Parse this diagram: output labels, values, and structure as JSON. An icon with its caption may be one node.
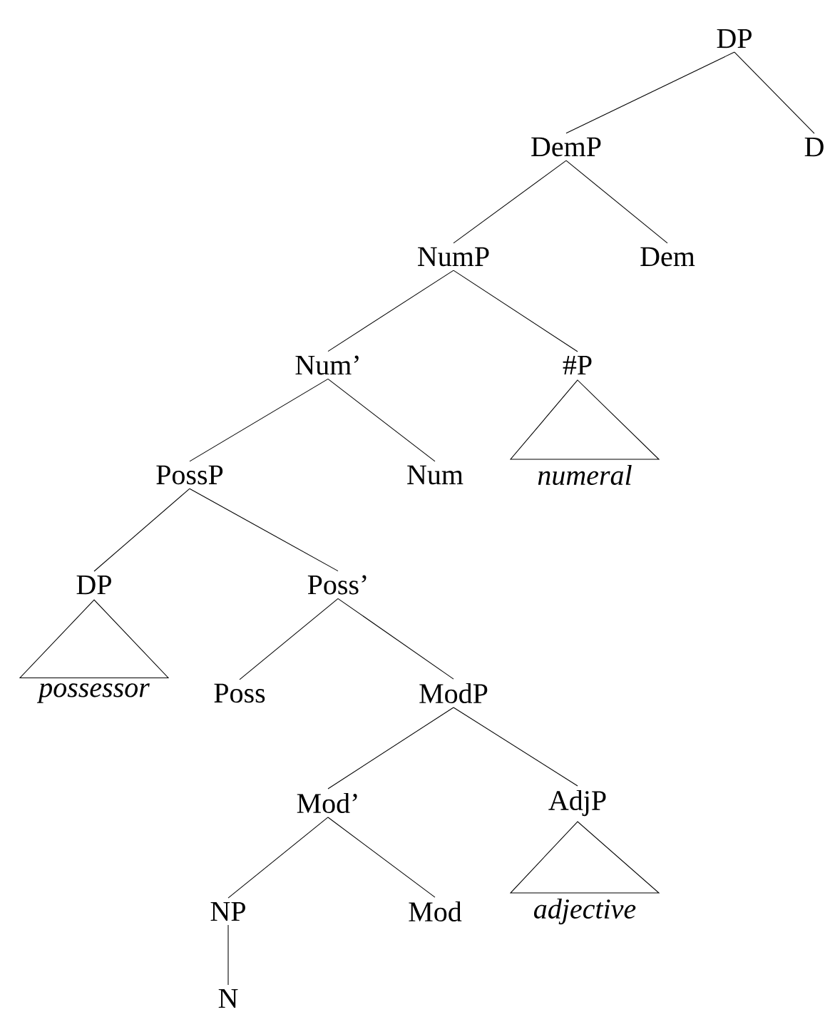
{
  "diagram": {
    "nodes": [
      {
        "text": [
          "DP"
        ]
      },
      {
        "text": [
          "DemP"
        ]
      },
      {
        "text": [
          "D"
        ]
      },
      {
        "text": [
          "NumP"
        ]
      },
      {
        "text": [
          "Dem"
        ]
      },
      {
        "text": [
          "Num’"
        ]
      },
      {
        "text": [
          "#P"
        ]
      },
      {
        "text": [
          "numeral"
        ]
      },
      {
        "text": [
          "PossP"
        ]
      },
      {
        "text": [
          "Num"
        ]
      },
      {
        "text": [
          "DP"
        ]
      },
      {
        "text": [
          "Poss’"
        ]
      },
      {
        "text": [
          "possessor"
        ]
      },
      {
        "text": [
          "Poss"
        ]
      },
      {
        "text": [
          "ModP"
        ]
      },
      {
        "text": [
          "Mod’"
        ]
      },
      {
        "text": [
          "AdjP"
        ]
      },
      {
        "text": [
          "NP"
        ]
      },
      {
        "text": [
          "Mod"
        ]
      },
      {
        "text": [
          "adjective"
        ]
      },
      {
        "text": [
          "N"
        ]
      }
    ],
    "edges": [
      {
        "from": 0,
        "to": 1,
        "arrow": "none"
      },
      {
        "from": 0,
        "to": 2,
        "arrow": "none"
      },
      {
        "from": 1,
        "to": 3,
        "arrow": "none"
      },
      {
        "from": 1,
        "to": 4,
        "arrow": "none"
      },
      {
        "from": 3,
        "to": 5,
        "arrow": "none"
      },
      {
        "from": 3,
        "to": 6,
        "arrow": "none"
      },
      {
        "from": 6,
        "to": 7,
        "arrow": "none"
      },
      {
        "from": 5,
        "to": 8,
        "arrow": "none"
      },
      {
        "from": 5,
        "to": 9,
        "arrow": "none"
      },
      {
        "from": 8,
        "to": 10,
        "arrow": "none"
      },
      {
        "from": 8,
        "to": 11,
        "arrow": "none"
      },
      {
        "from": 10,
        "to": 12,
        "arrow": "none"
      },
      {
        "from": 11,
        "to": 13,
        "arrow": "none"
      },
      {
        "from": 11,
        "to": 14,
        "arrow": "none"
      },
      {
        "from": 14,
        "to": 15,
        "arrow": "none"
      },
      {
        "from": 14,
        "to": 16,
        "arrow": "none"
      },
      {
        "from": 16,
        "to": 19,
        "arrow": "none"
      },
      {
        "from": 15,
        "to": 17,
        "arrow": "none"
      },
      {
        "from": 15,
        "to": 18,
        "arrow": "none"
      },
      {
        "from": 17,
        "to": 20,
        "arrow": "none"
      }
    ]
  }
}
